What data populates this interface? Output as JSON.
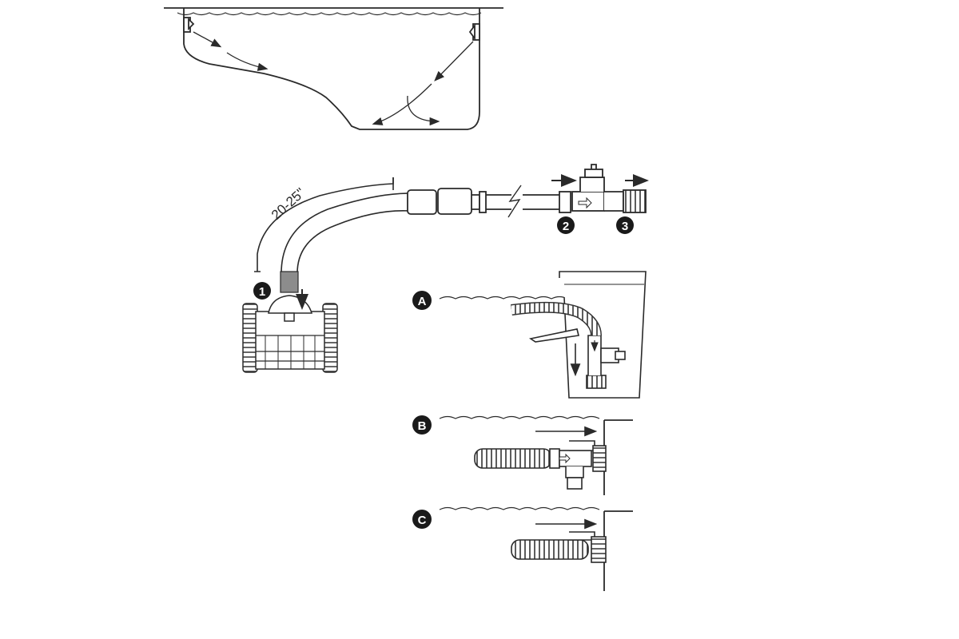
{
  "diagram": {
    "hose_length_label": "20-25\"",
    "steps": [
      {
        "marker": "1"
      },
      {
        "marker": "2"
      },
      {
        "marker": "3"
      }
    ],
    "options": [
      {
        "marker": "A"
      },
      {
        "marker": "B"
      },
      {
        "marker": "C"
      }
    ],
    "colors": {
      "line": "#2a2a2a",
      "badge_fill": "#1a1a1a",
      "badge_text": "#ffffff",
      "hose_cuff": "#8c8c8c"
    }
  }
}
